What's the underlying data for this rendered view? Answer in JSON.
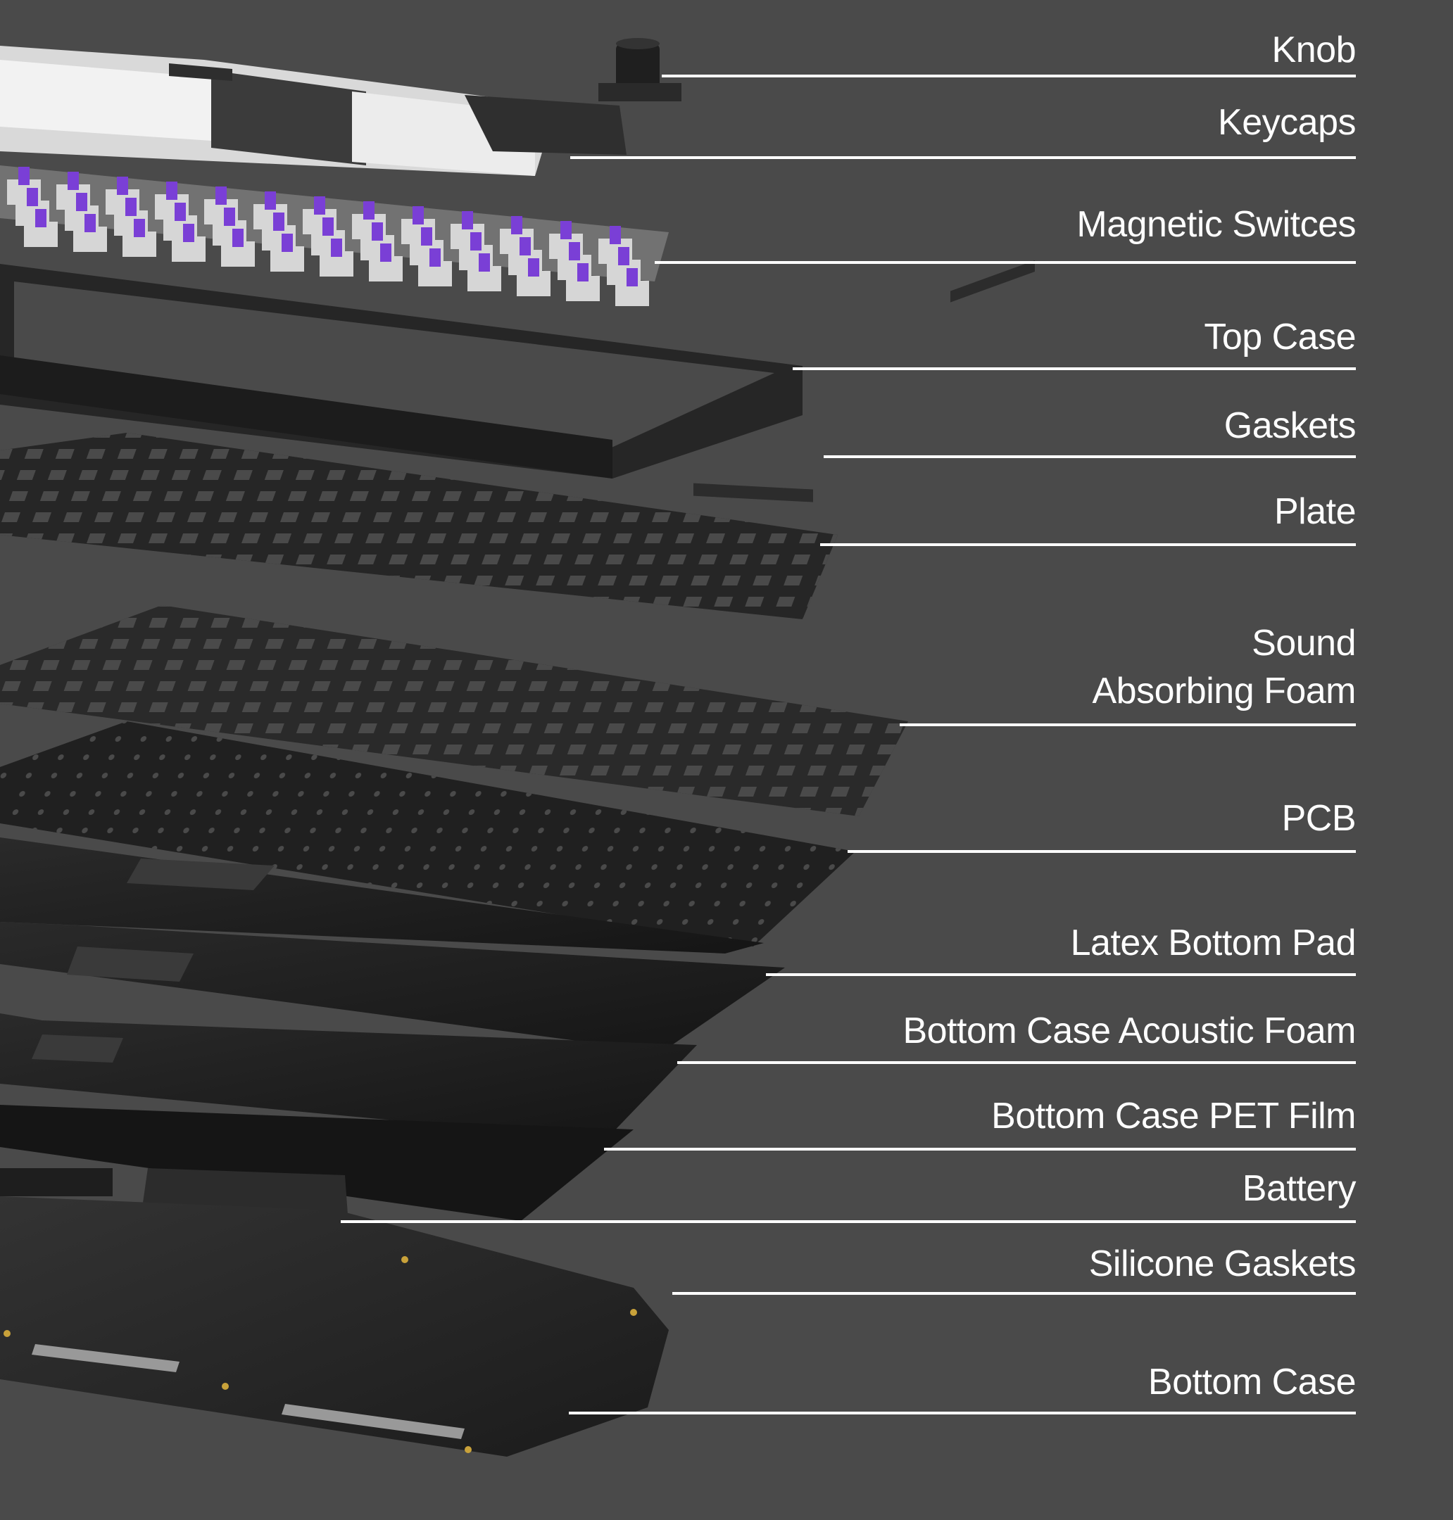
{
  "background_color": "#4a4a4a",
  "label_color": "#ffffff",
  "accent_switch_color": "#7a3fd6",
  "layers": [
    {
      "id": "knob",
      "label": "Knob"
    },
    {
      "id": "keycaps",
      "label": "Keycaps"
    },
    {
      "id": "magnetic-switches",
      "label": "Magnetic Switces"
    },
    {
      "id": "top-case",
      "label": "Top Case"
    },
    {
      "id": "gaskets",
      "label": "Gaskets"
    },
    {
      "id": "plate",
      "label": "Plate"
    },
    {
      "id": "sound-foam",
      "label_line1": "Sound",
      "label_line2": "Absorbing Foam"
    },
    {
      "id": "pcb",
      "label": "PCB"
    },
    {
      "id": "latex-pad",
      "label": "Latex Bottom Pad"
    },
    {
      "id": "acoustic-foam",
      "label": "Bottom Case Acoustic Foam"
    },
    {
      "id": "pet-film",
      "label": "Bottom Case PET Film"
    },
    {
      "id": "battery",
      "label": "Battery"
    },
    {
      "id": "silicone-gaskets",
      "label": "Silicone Gaskets"
    },
    {
      "id": "bottom-case",
      "label": "Bottom Case"
    }
  ]
}
